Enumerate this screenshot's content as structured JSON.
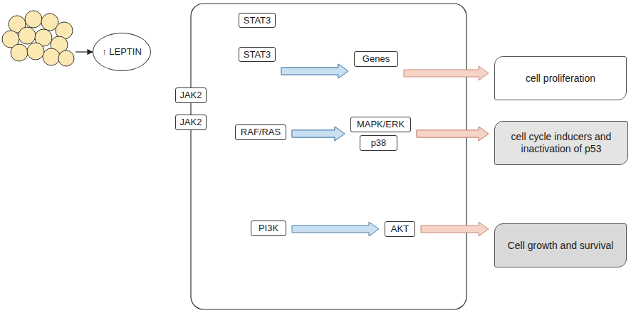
{
  "diagram": {
    "nodes": [
      {
        "text": [
          "↑ LEPTIN"
        ]
      },
      {
        "text": [
          "STAT3"
        ]
      },
      {
        "text": [
          "STAT3"
        ]
      },
      {
        "text": [
          "Genes"
        ]
      },
      {
        "text": [
          "cell proliferation"
        ]
      },
      {
        "text": [
          "JAK2"
        ]
      },
      {
        "text": [
          "JAK2"
        ]
      },
      {
        "text": [
          "RAF/RAS"
        ]
      },
      {
        "text": [
          "MAPK/ERK"
        ]
      },
      {
        "text": [
          "p38"
        ]
      },
      {
        "text": [
          "cell cycle inducers and inactivation of p53"
        ]
      },
      {
        "text": [
          "PI3K"
        ]
      },
      {
        "text": [
          "AKT"
        ]
      },
      {
        "text": [
          "Cell growth and survival"
        ]
      }
    ],
    "edges": [
      {
        "from": 1,
        "to": 3,
        "arrow": "to"
      },
      {
        "from": 2,
        "to": 3,
        "arrow": "to"
      },
      {
        "from": 3,
        "to": 4,
        "arrow": "to"
      },
      {
        "from": 7,
        "to": 8,
        "arrow": "to"
      },
      {
        "from": 7,
        "to": 9,
        "arrow": "to"
      },
      {
        "from": 8,
        "to": 10,
        "arrow": "to"
      },
      {
        "from": 9,
        "to": 10,
        "arrow": "to"
      },
      {
        "from": 11,
        "to": 12,
        "arrow": "to"
      },
      {
        "from": 12,
        "to": 13,
        "arrow": "to"
      }
    ]
  }
}
